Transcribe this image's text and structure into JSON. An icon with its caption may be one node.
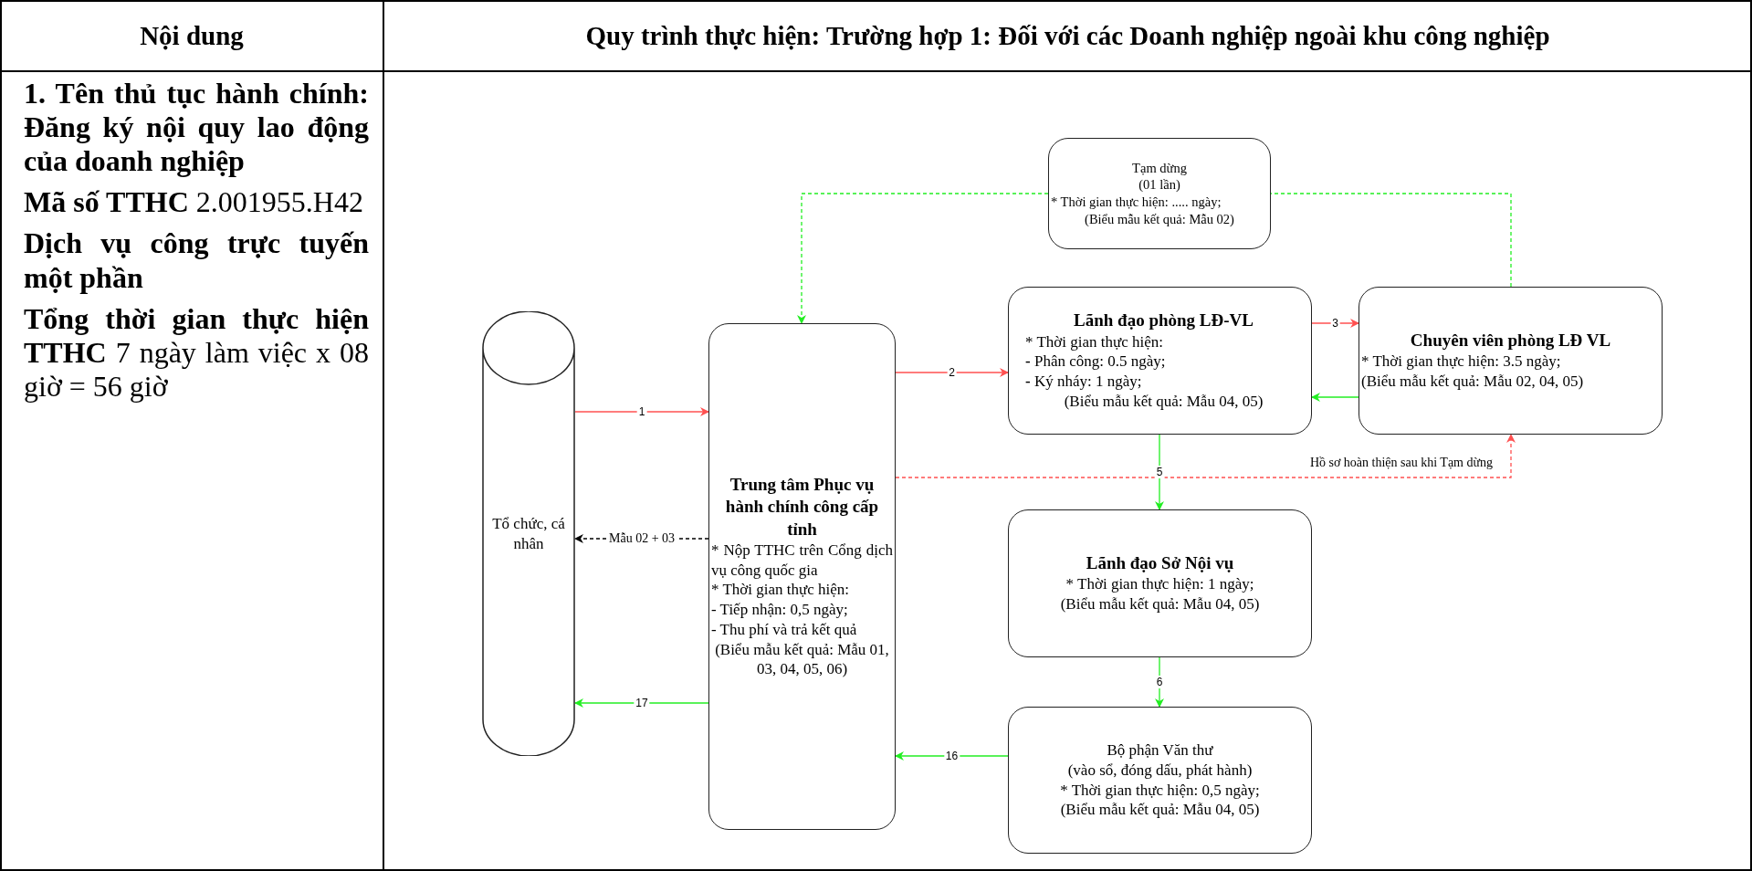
{
  "diagram": {
    "title": "Quy trình thực hiện: Trường hợp 1: Đối với các Doanh nghiệp ngoài khu công nghiệp",
    "nodes": [
      {
        "text": [
          "Tổ chức, cá nhân"
        ]
      },
      {
        "text": [
          "Trung tâm Phục vụ hành chính công cấp tỉnh",
          "* Nộp TTHC trên Cổng dịch vụ công quốc gia",
          "* Thời gian thực hiện:",
          "- Tiếp nhận: 0,5 ngày;",
          "- Thu phí và trả kết quả",
          "(Biểu mẫu kết quả: Mẫu 01, 03, 04, 05, 06)"
        ]
      },
      {
        "text": [
          "Tạm dừng",
          "(01 lần)",
          "* Thời gian thực hiện: ..... ngày;",
          "(Biểu mẫu kết quả: Mẫu 02)"
        ]
      },
      {
        "text": [
          "Lãnh đạo phòng LĐ-VL",
          "* Thời gian thực hiện:",
          "**-** Phân công: 0.5 ngày;",
          "**-** Ký nháy: 1 ngày;",
          "(Biểu mẫu kết quả: Mẫu 04, 05)"
        ]
      },
      {
        "text": [
          "Chuyên viên phòng LĐ VL",
          "* Thời gian thực hiện: 3.5 ngày;",
          "(Biểu mẫu kết quả: Mẫu 02, 04, 05)"
        ]
      },
      {
        "text": [
          "Lãnh đạo Sở Nội vụ",
          "* Thời gian thực hiện: 1 ngày;",
          "(Biểu mẫu kết quả: Mẫu 04, 05)"
        ]
      },
      {
        "text": [
          "Bộ phận Văn thư",
          "(vào sổ, đóng dấu, phát hành)",
          "* Thời gian thực hiện: 0,5 ngày;",
          "(Biểu mẫu kết quả: Mẫu 04, 05)"
        ]
      }
    ],
    "edges": [
      {
        "from": 0,
        "to": 1,
        "arrow": "to",
        "label": "1",
        "color": "#ff5050"
      },
      {
        "from": 1,
        "to": 3,
        "arrow": "to",
        "label": "2",
        "color": "#ff5050"
      },
      {
        "from": 3,
        "to": 4,
        "arrow": "to",
        "label": "3",
        "color": "#ff5050"
      },
      {
        "from": 4,
        "to": 3,
        "arrow": "to"
      },
      {
        "from": 3,
        "to": 5,
        "arrow": "to",
        "label": "5"
      },
      {
        "from": 5,
        "to": 6,
        "arrow": "to",
        "label": "6"
      },
      {
        "from": 6,
        "to": 1,
        "arrow": "to",
        "label": "16"
      },
      {
        "from": 1,
        "to": 0,
        "arrow": "to",
        "label": "17"
      },
      {
        "from": 1,
        "to": 0,
        "arrow": "to",
        "label": "Mẫu 02 + 03",
        "style": "dashed",
        "color": "#000000"
      },
      {
        "from": 1,
        "to": 4,
        "arrow": "to",
        "label": "Hồ sơ hoàn thiện sau khi Tạm dừng",
        "style": "dashed",
        "color": "#ff5050"
      },
      {
        "from": 4,
        "to": 2,
        "arrow": "none",
        "style": "dashed"
      },
      {
        "from": 2,
        "to": 1,
        "arrow": "to",
        "style": "dashed"
      }
    ],
    "labels": [
      "Nội dung",
      "1. Tên thủ tục hành chính: Đăng ký nội quy lao động của doanh nghiệp",
      "**Mã số TTHC** 2.001955.H42",
      "Dịch vụ công trực tuyến một phần",
      "**Tổng thời gian thực hiện TTHC** 7 ngày làm việc x 08 giờ = 56 giờ"
    ]
  }
}
